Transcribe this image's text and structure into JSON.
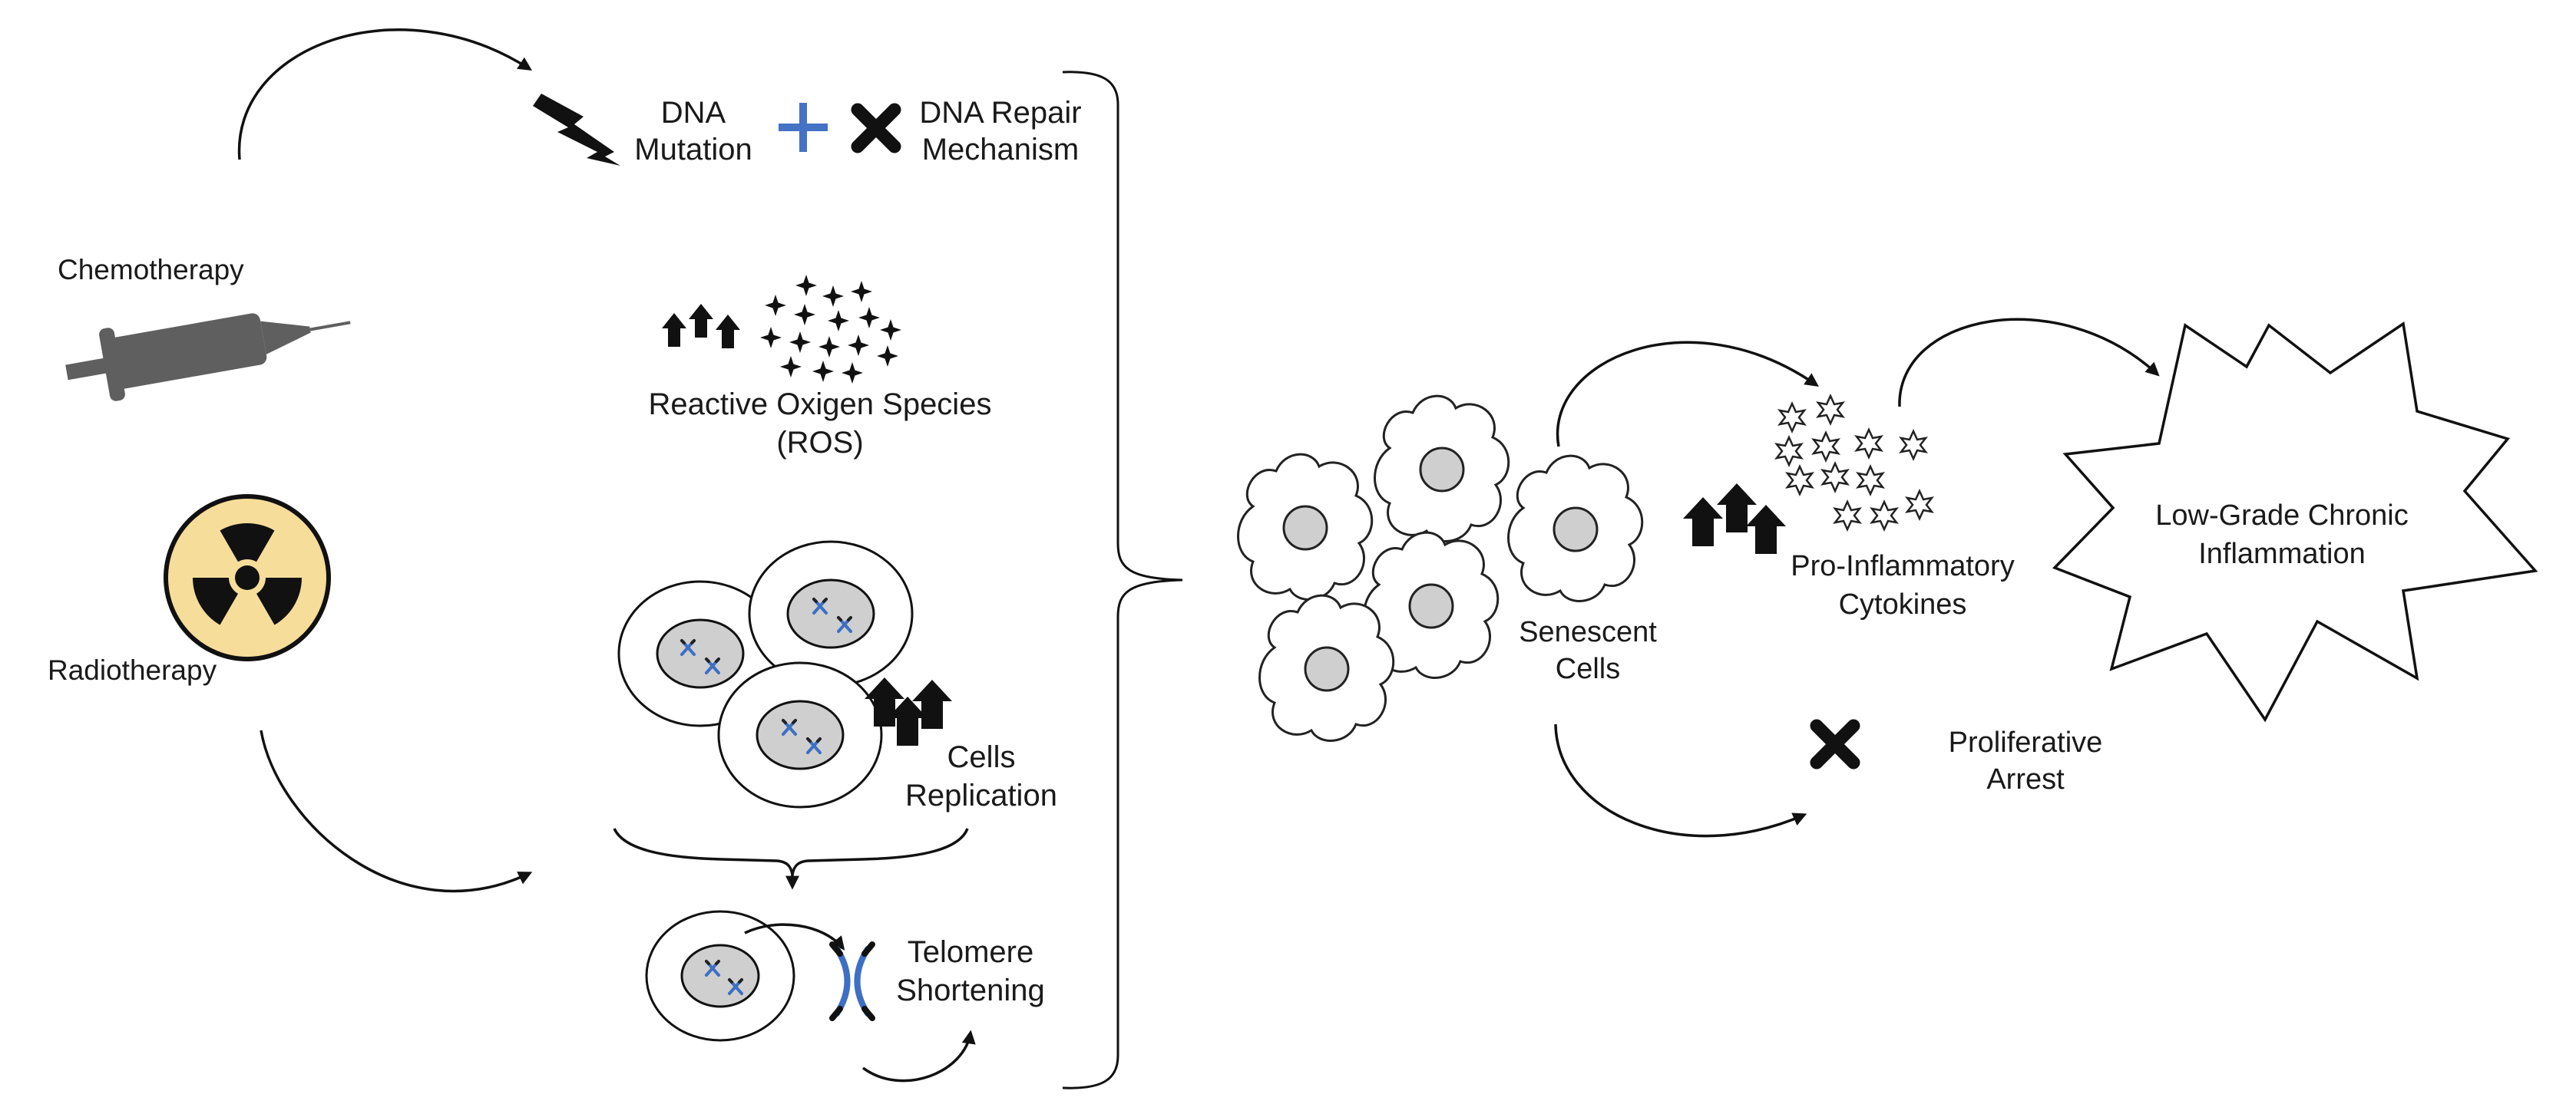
{
  "treatments": {
    "chemotherapy": "Chemotherapy",
    "radiotherapy": "Radiotherapy"
  },
  "dna_damage": {
    "mutation_line1": "DNA",
    "mutation_line2": "Mutation",
    "repair_line1": "DNA Repair",
    "repair_line2": "Mechanism"
  },
  "ros": {
    "line1": "Reactive Oxigen Species",
    "line2": "(ROS)"
  },
  "replication": {
    "line1": "Cells",
    "line2": "Replication"
  },
  "telomere": {
    "line1": "Telomere",
    "line2": "Shortening"
  },
  "senescence": {
    "cells_line1": "Senescent",
    "cells_line2": "Cells",
    "cytokines_line1": "Pro-Inflammatory",
    "cytokines_line2": "Cytokines",
    "arrest_line1": "Proliferative",
    "arrest_line2": "Arrest",
    "inflammation_line1": "Low-Grade Chronic",
    "inflammation_line2": "Inflammation"
  },
  "colors": {
    "radiation_badge": "#f7dd9a",
    "plus_sign": "#4472c4",
    "chromosome": "#3d6fc4",
    "nucleus": "#cfcfcf",
    "syringe": "#5f5f5f",
    "ink": "#111111"
  }
}
